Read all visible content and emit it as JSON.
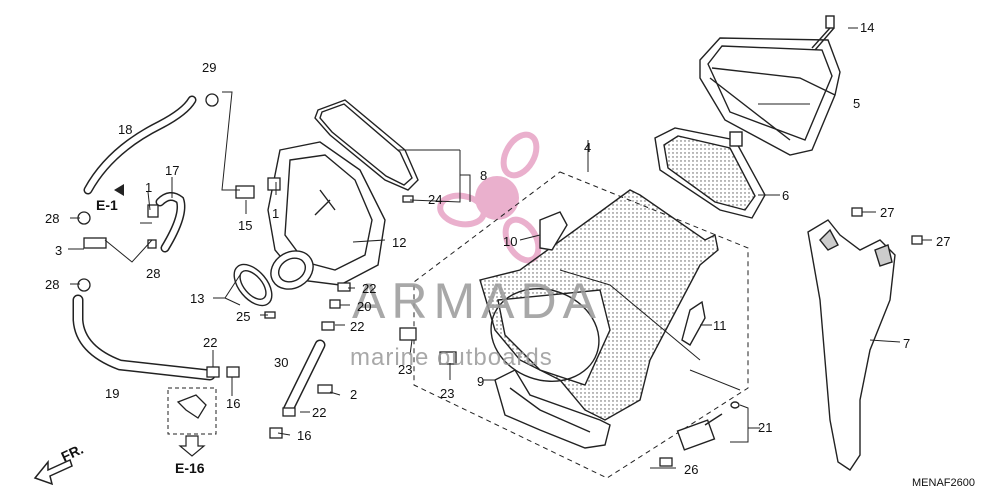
{
  "watermark": {
    "brand": "ARMADA",
    "tagline": "marine outboards",
    "logo_color": "#e8a8c8"
  },
  "labels": {
    "p1a": "1",
    "p1b": "1",
    "p2": "2",
    "p3": "3",
    "p4": "4",
    "p5": "5",
    "p6": "6",
    "p7": "7",
    "p8": "8",
    "p9": "9",
    "p10": "10",
    "p11": "11",
    "p12": "12",
    "p13": "13",
    "p14": "14",
    "p15": "15",
    "p16a": "16",
    "p16b": "16",
    "p17": "17",
    "p18": "18",
    "p19": "19",
    "p20": "20",
    "p21": "21",
    "p22a": "22",
    "p22b": "22",
    "p22c": "22",
    "p22d": "22",
    "p23a": "23",
    "p23b": "23",
    "p24": "24",
    "p25": "25",
    "p26": "26",
    "p27a": "27",
    "p27b": "27",
    "p28a": "28",
    "p28b": "28",
    "p28c": "28",
    "p29": "29",
    "p30": "30",
    "ref_e1": "E-1",
    "ref_e16": "E-16",
    "front": "FR.",
    "diagram_code": "MENAF2600"
  }
}
